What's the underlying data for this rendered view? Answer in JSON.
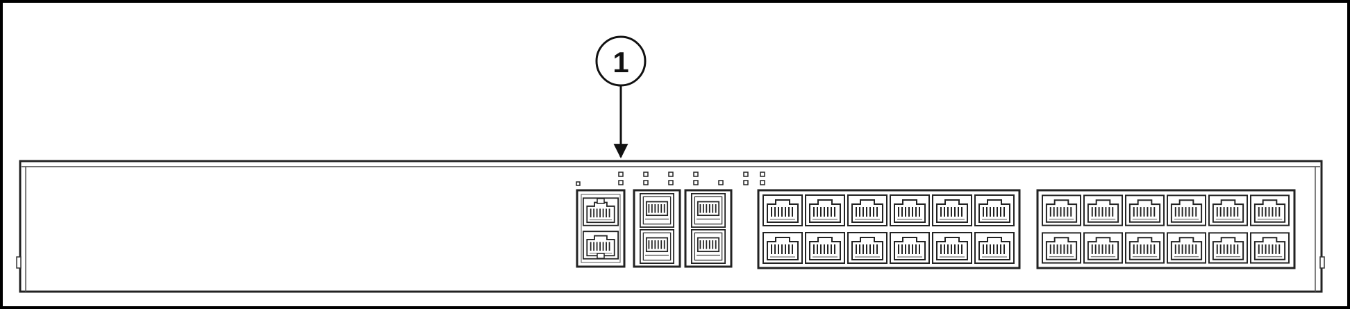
{
  "callouts": [
    {
      "label": "1"
    }
  ],
  "panels": [
    {
      "id": "console"
    },
    {
      "id": "sfp-group-a"
    },
    {
      "id": "sfp-group-b"
    },
    {
      "id": "rj45-bank-a",
      "columns": 6,
      "rows": 2
    },
    {
      "id": "rj45-bank-b",
      "columns": 6,
      "rows": 2
    }
  ]
}
